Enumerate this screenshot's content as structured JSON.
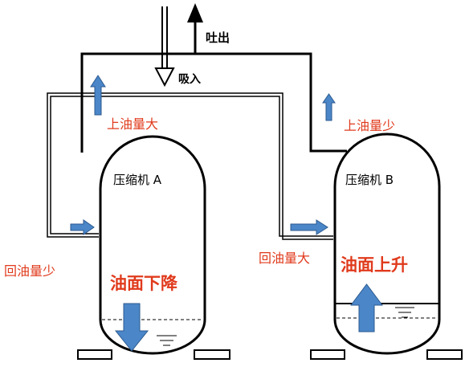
{
  "labels": {
    "discharge": "吐出",
    "suction": "吸入",
    "oil_up_large": "上油量大",
    "oil_up_small": "上油量少",
    "compressor_a": "压缩机 A",
    "compressor_b": "压缩机 B",
    "oil_return_small": "回油量少",
    "oil_return_large": "回油量大",
    "oil_level_down": "油面下降",
    "oil_level_up": "油面上升"
  },
  "colors": {
    "pipe": "#000000",
    "arrow": "#4a86c8",
    "arrow_stroke": "#2c5a8f",
    "annotation": "#e03a1c"
  }
}
